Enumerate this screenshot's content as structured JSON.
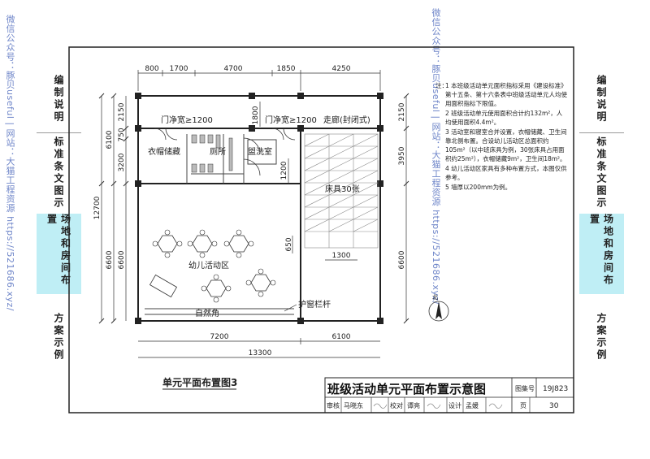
{
  "watermark": "微信公众号：豚贝useful | 网站：大猫工程资源 https://521686.xyz/",
  "left_tabs": [
    "编制说明",
    "标准条文图示",
    "场地和房间布置",
    "方案示例"
  ],
  "right_tabs": [
    "编制说明",
    "标准条文图示",
    "场地和房间布置",
    "方案示例"
  ],
  "active_tab_index": 2,
  "accent_color": "#bfeef5",
  "dims_top": [
    "800",
    "1700",
    "4700",
    "1850",
    "4250"
  ],
  "dims_bottom": [
    "7200",
    "6100"
  ],
  "dim_total_bottom": "13300",
  "dims_left_outer": [
    "6100",
    "6600"
  ],
  "dims_left_inner": [
    "2150",
    "750",
    "3200",
    "6600"
  ],
  "dim_left_total": "12700",
  "dims_right": [
    "2150",
    "3950",
    "6600"
  ],
  "dim_1800": "1800",
  "dim_1200": "1200",
  "dim_650": "650",
  "dim_1300": "1300",
  "labels": {
    "door1": "门净宽≥1200",
    "door2": "门净宽≥1200",
    "corridor": "走廊(封闭式)",
    "coat": "衣帽储藏",
    "toilet": "厕所",
    "wash": "盥洗室",
    "beds": "床具30张",
    "activity": "幼儿活动区",
    "nature": "自然角",
    "railing": "护窗栏杆",
    "north": "北"
  },
  "notes_header": "注：",
  "notes": [
    "1 本班级活动单元面积指标采用《建设标准》第十五条、第十六条表中班级活动单元人均使用面积指标下限值。",
    "2 班级活动单元使用面积合计约132m²，人均使用面积4.4m²。",
    "3 活动室和寝室合并设置，衣帽储藏、卫生间靠北侧布置。合设幼儿活动区总面积约105m²（以中班床具为例，30张床具占用面积约25m²），衣帽储藏9m²，卫生间18m²。",
    "4 幼儿活动区家具有多种布置方式，本图仅供参考。",
    "5 墙厚以200mm为例。"
  ],
  "caption": "单元平面布置图3",
  "title_block": {
    "title": "班级活动单元平面布置示意图",
    "atlas_label": "图集号",
    "atlas_no": "19J823",
    "review_label": "审核",
    "reviewer": "马晓东",
    "check_label": "校对",
    "checker": "谭亮",
    "design_label": "设计",
    "designer": "孟媛",
    "page_label": "页",
    "page_no": "30"
  }
}
